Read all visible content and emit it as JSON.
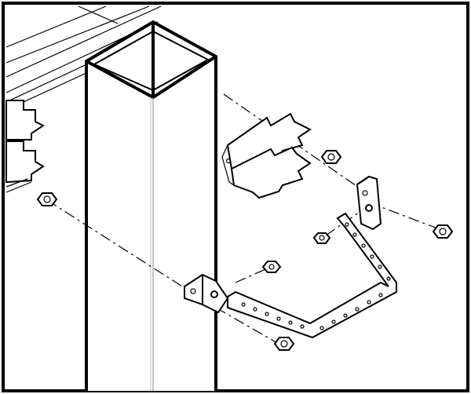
{
  "diagram": {
    "parts": [
      {
        "name": "square-post"
      },
      {
        "name": "fence-rail-top"
      },
      {
        "name": "fence-slats-left"
      },
      {
        "name": "slotted-bracket"
      },
      {
        "name": "l-bracket-left"
      },
      {
        "name": "l-bracket-right"
      },
      {
        "name": "perforated-strap"
      },
      {
        "name": "flange-nut",
        "count": 4
      },
      {
        "name": "hex-nut",
        "count": 2
      }
    ]
  }
}
